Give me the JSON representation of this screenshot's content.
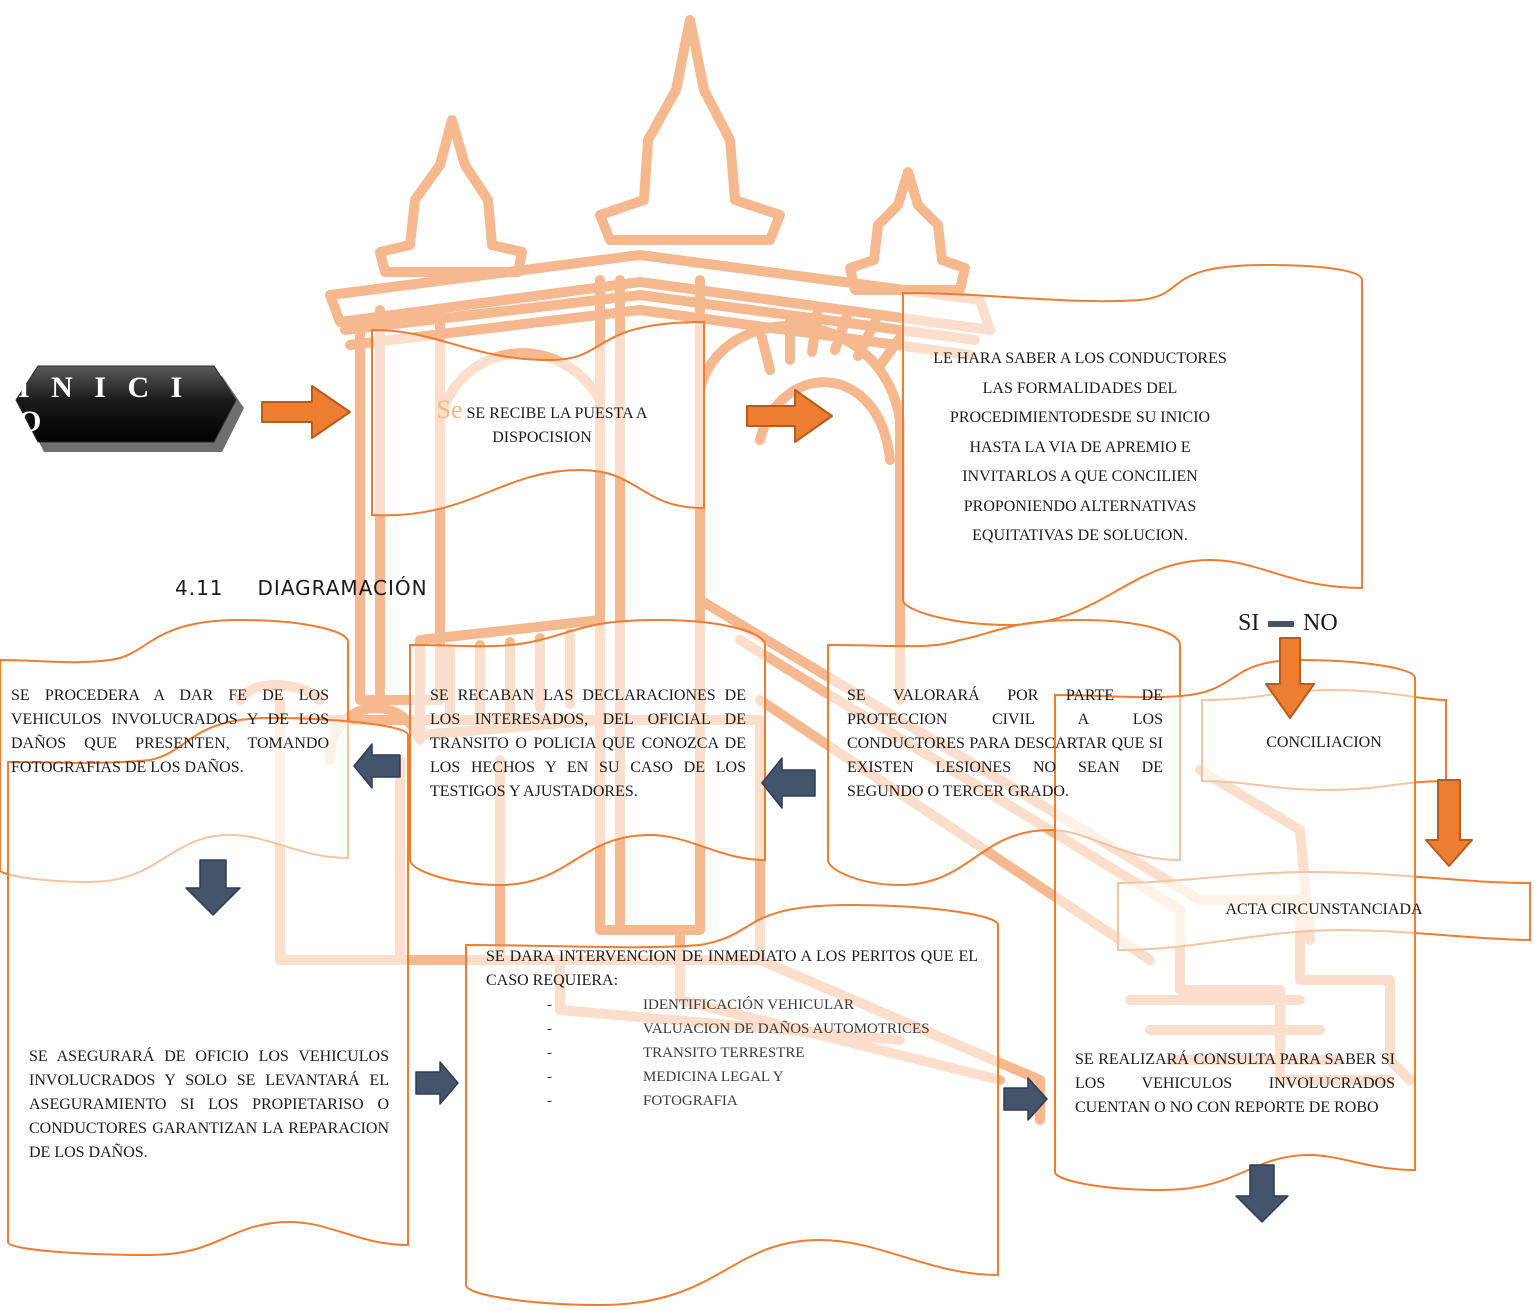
{
  "heading": {
    "number": "4.11",
    "title": "DIAGRAMACIÓN"
  },
  "colors": {
    "orange": "#ED7D31",
    "orange_border": "#B85B1C",
    "navy": "#44546A",
    "watermark": "#F4B183"
  },
  "start": {
    "label": "I N I C I O"
  },
  "nodes": {
    "recibe": {
      "ghost": "Se",
      "text": "SE RECIBE LA PUESTA A DISPOCISION"
    },
    "formalidades": {
      "text": "LE HARA SABER A LOS CONDUCTORES LAS FORMALIDADES DEL PROCEDIMIENTODESDE SU INICIO HASTA LA VIA DE APREMIO E INVITARLOS A QUE CONCILIEN PROPONIENDO ALTERNATIVAS EQUITATIVAS DE SOLUCION."
    },
    "conciliacion": {
      "text": "CONCILIACION"
    },
    "acta": {
      "text": "ACTA CIRCUNSTANCIADA"
    },
    "valorara": {
      "text": "SE VALORARÁ POR PARTE DE PROTECCION CIVIL A LOS CONDUCTORES PARA DESCARTAR QUE SI EXISTEN LESIONES NO SEAN DE SEGUNDO O TERCER GRADO."
    },
    "declaraciones": {
      "text": "SE RECABAN LAS DECLARACIONES DE LOS INTERESADOS, DEL OFICIAL DE TRANSITO O POLICIA QUE CONOZCA DE LOS HECHOS Y EN SU CASO DE LOS TESTIGOS Y AJUSTADORES."
    },
    "dar_fe": {
      "text": "SE PROCEDERA A DAR FE DE LOS VEHICULOS INVOLUCRADOS Y DE LOS DAÑOS QUE PRESENTEN, TOMANDO FOTOGRAFIAS DE LOS DAÑOS."
    },
    "asegurara": {
      "text": "SE ASEGURARÁ DE OFICIO LOS VEHICULOS INVOLUCRADOS Y SOLO SE LEVANTARÁ EL ASEGURAMIENTO SI LOS PROPIETARISO O CONDUCTORES GARANTIZAN LA REPARACION DE LOS DAÑOS."
    },
    "peritos": {
      "text": "SE DARA INTERVENCION DE INMEDIATO A LOS PERITOS QUE EL CASO REQUIERA:",
      "bullet_mark": "-",
      "items": [
        "IDENTIFICACIÓN VEHICULAR",
        "VALUACION DE DAÑOS AUTOMOTRICES",
        "TRANSITO TERRESTRE",
        "MEDICINA LEGAL Y",
        "FOTOGRAFIA"
      ]
    },
    "consulta": {
      "text": "SE REALIZARÁ CONSULTA PARA SABER SI LOS VEHICULOS INVOLUCRADOS CUENTAN O NO CON REPORTE DE ROBO"
    }
  },
  "branches": {
    "yes": "SI",
    "no": "NO"
  }
}
